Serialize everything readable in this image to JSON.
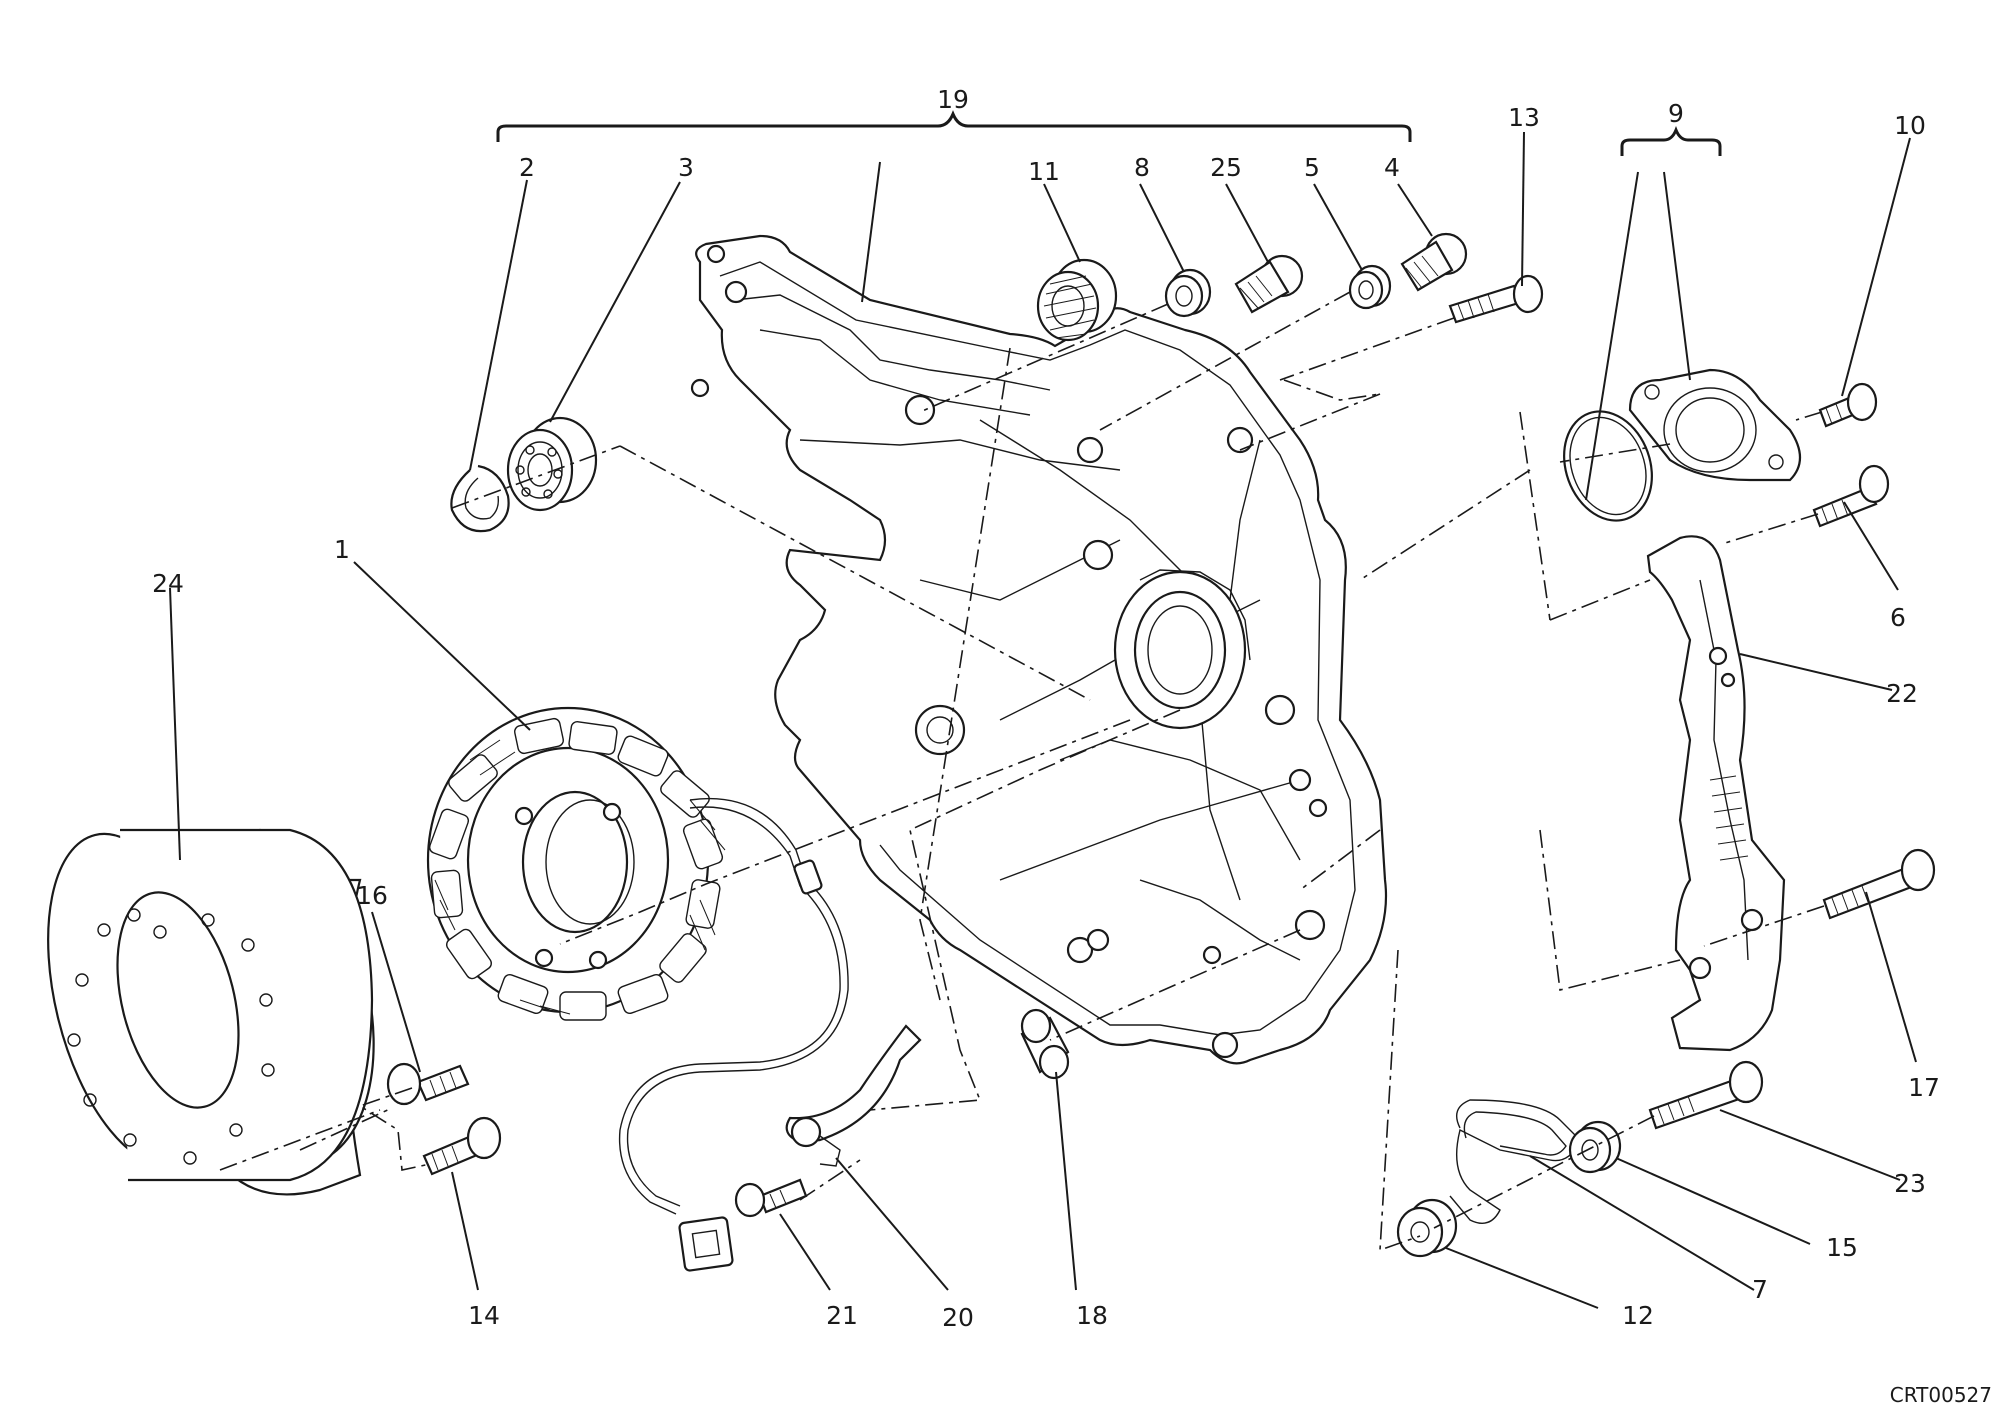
{
  "diagram": {
    "drawing_code": "CRT00527",
    "callouts": [
      {
        "id": "c1",
        "label": "1"
      },
      {
        "id": "c2",
        "label": "2"
      },
      {
        "id": "c3",
        "label": "3"
      },
      {
        "id": "c4",
        "label": "4"
      },
      {
        "id": "c5",
        "label": "5"
      },
      {
        "id": "c6",
        "label": "6"
      },
      {
        "id": "c7",
        "label": "7"
      },
      {
        "id": "c8",
        "label": "8"
      },
      {
        "id": "c9",
        "label": "9"
      },
      {
        "id": "c10",
        "label": "10"
      },
      {
        "id": "c11",
        "label": "11"
      },
      {
        "id": "c12",
        "label": "12"
      },
      {
        "id": "c13",
        "label": "13"
      },
      {
        "id": "c14",
        "label": "14"
      },
      {
        "id": "c15",
        "label": "15"
      },
      {
        "id": "c16",
        "label": "16"
      },
      {
        "id": "c17",
        "label": "17"
      },
      {
        "id": "c18",
        "label": "18"
      },
      {
        "id": "c19",
        "label": "19"
      },
      {
        "id": "c20",
        "label": "20"
      },
      {
        "id": "c21",
        "label": "21"
      },
      {
        "id": "c22",
        "label": "22"
      },
      {
        "id": "c23",
        "label": "23"
      },
      {
        "id": "c24",
        "label": "24"
      },
      {
        "id": "c25",
        "label": "25"
      }
    ]
  }
}
